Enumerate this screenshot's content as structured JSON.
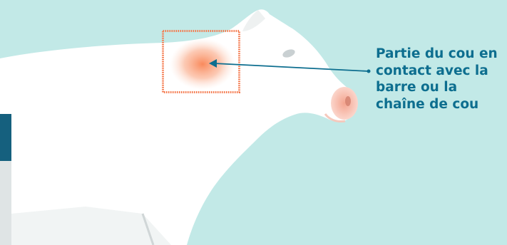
{
  "callout": {
    "lines": [
      "Partie du cou en",
      "contact avec la",
      "barre ou la",
      "chaîne de cou"
    ]
  },
  "colors": {
    "background": "#c2e9e7",
    "cow_body": "#ffffff",
    "cow_shadow": "#dee3e4",
    "text_accent": "#0d6e8f",
    "highlight": "#f47a4e",
    "side_tab": "#15607e"
  }
}
